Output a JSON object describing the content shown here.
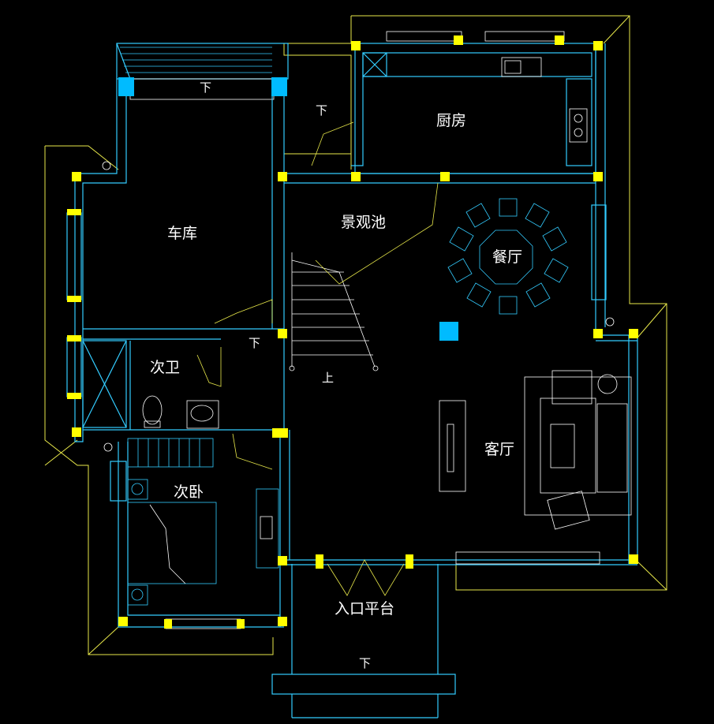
{
  "rooms": {
    "garage": "车库",
    "kitchen": "厨房",
    "pond": "景观池",
    "dining": "餐厅",
    "bathroom": "次卫",
    "bedroom": "次卧",
    "living": "客厅",
    "entrance": "入口平台"
  },
  "stair_marks": {
    "down_garage": "下",
    "down_side": "下",
    "down_hall": "下",
    "up_stair": "上",
    "down_entry": "下"
  },
  "colors": {
    "wall": "#33ccff",
    "outline": "#e8e84a",
    "column": "#ffff00",
    "accent_block": "#00bbff",
    "background": "#000000"
  }
}
